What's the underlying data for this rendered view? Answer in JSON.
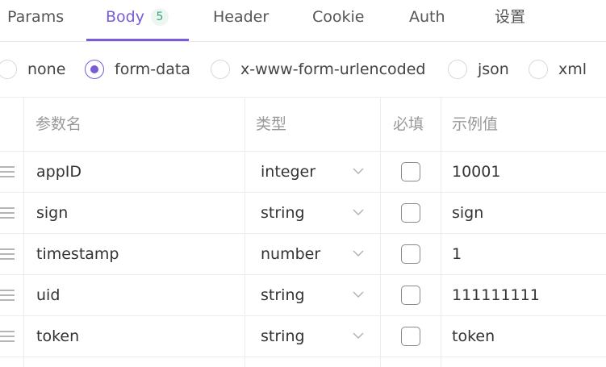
{
  "tabs": [
    {
      "label": "Params"
    },
    {
      "label": "Body",
      "badge": "5"
    },
    {
      "label": "Header"
    },
    {
      "label": "Cookie"
    },
    {
      "label": "Auth"
    },
    {
      "label": "设置"
    }
  ],
  "body_types": [
    {
      "label": "none",
      "selected": false
    },
    {
      "label": "form-data",
      "selected": true
    },
    {
      "label": "x-www-form-urlencoded",
      "selected": false
    },
    {
      "label": "json",
      "selected": false
    },
    {
      "label": "xml",
      "selected": false
    }
  ],
  "table": {
    "headers": {
      "name": "参数名",
      "type": "类型",
      "required": "必填",
      "example": "示例值"
    },
    "rows": [
      {
        "name": "appID",
        "type": "integer",
        "required": false,
        "example": "10001"
      },
      {
        "name": "sign",
        "type": "string",
        "required": false,
        "example": "sign"
      },
      {
        "name": "timestamp",
        "type": "number",
        "required": false,
        "example": "1"
      },
      {
        "name": "uid",
        "type": "string",
        "required": false,
        "example": "111111111"
      },
      {
        "name": "token",
        "type": "string",
        "required": false,
        "example": "token"
      }
    ]
  },
  "colors": {
    "accent": "#7a5cd6",
    "badge_text": "#3aa876",
    "badge_bg": "#eef6f1"
  },
  "icons": {
    "drag": "drag-handle-icon",
    "dropdown": "chevron-down-icon"
  }
}
